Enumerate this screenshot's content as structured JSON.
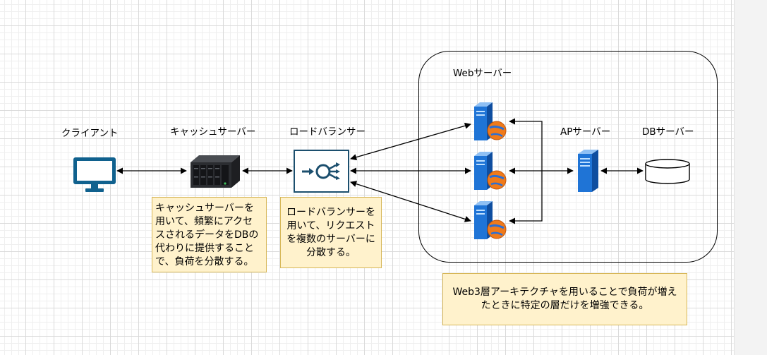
{
  "diagram": {
    "labels": {
      "client": "クライアント",
      "cache_server": "キャッシュサーバー",
      "load_balancer": "ロードバランサー",
      "web_server": "Webサーバー",
      "ap_server": "APサーバー",
      "db_server": "DBサーバー"
    },
    "notes": {
      "cache": "キャッシュサーバーを\n用いて、頻繁にアクセ\nスされるデータをDBの\n代わりに提供すること\nで、負荷を分散する。",
      "load_balancer": "ロードバランサーを\n用いて、リクエスト\nを複数のサーバーに\n分散する。",
      "web3": "Web3層アーキテクチャを用いることで負荷が増え\nたときに特定の層だけを増強できる。"
    },
    "colors": {
      "note_fill": "#fff2cc",
      "note_border": "#d6b656",
      "client_icon": "#10618e",
      "load_balancer_icon": "#1c4f6e",
      "server_blue": "#1f74d6",
      "accent_orange": "#f07a1a"
    },
    "icons": {
      "client": "monitor-icon",
      "cache_server": "server-rack-icon",
      "load_balancer": "load-balancer-icon",
      "web_server": "web-server-icon",
      "ap_server": "application-server-icon",
      "db_server": "database-icon"
    }
  }
}
